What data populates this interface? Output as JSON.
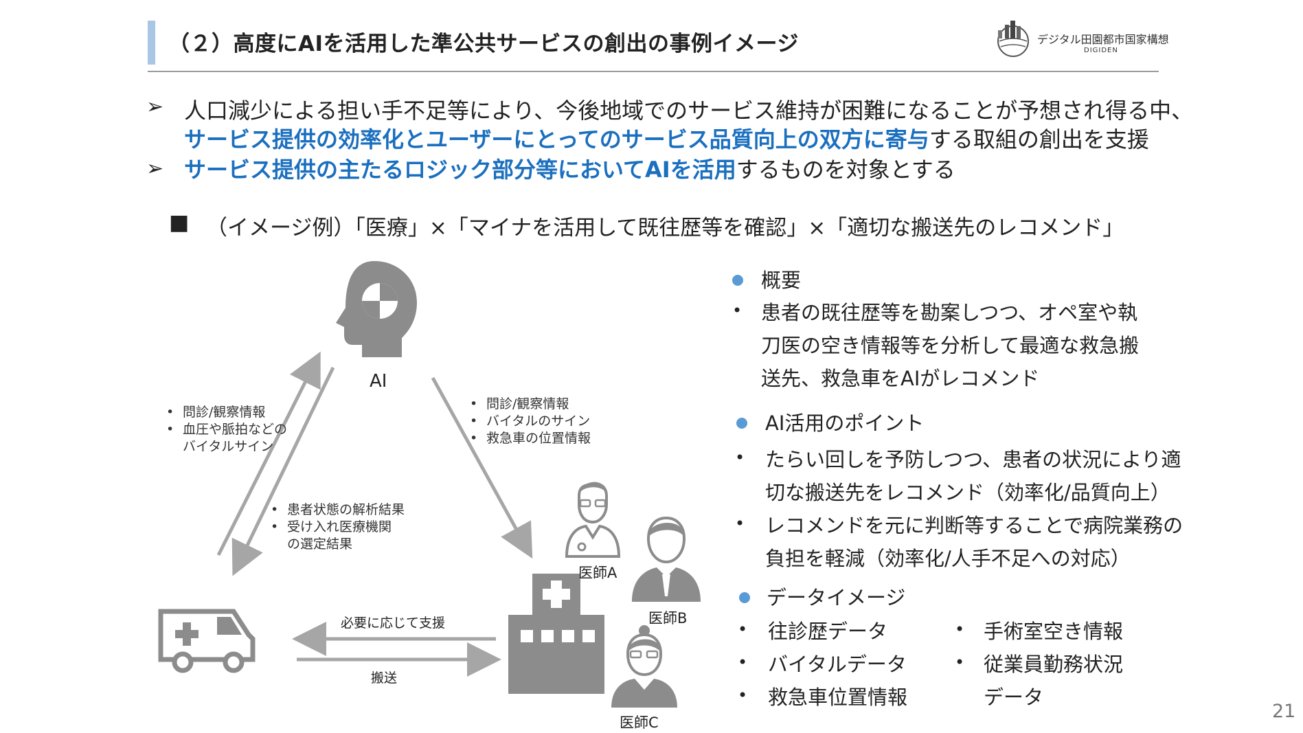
{
  "header": {
    "title": "（２）高度にAIを活用した準公共サービスの創出の事例イメージ",
    "logo_text": "デジタル田園都市国家構想",
    "logo_sub": "DIGIDEN"
  },
  "intro": {
    "line1": "人口減少による担い手不足等により、今後地域でのサービス維持が困難になることが予想され得る中、",
    "line2_hl": "サービス提供の効率化とユーザーにとってのサービス品質向上の双方に寄与",
    "line2_rest": "する取組の創出を支援",
    "line3_hl": "サービス提供の主たるロジック部分等においてAIを活用",
    "line3_rest": "するものを対象とする"
  },
  "example": {
    "marker": "■",
    "text": "（イメージ例）「医療」×「マイナを活用して既往歴等を確認」×「適切な搬送先のレコメンド」"
  },
  "diagram": {
    "ai_label": "AI",
    "left_list": [
      "問診/観察情報",
      "血圧や脈拍などの",
      "バイタルサイン"
    ],
    "right_list": [
      "問診/観察情報",
      "バイタルのサイン",
      "救急車の位置情報"
    ],
    "center_list": [
      "患者状態の解析結果",
      "受け入れ医療機関",
      "の選定結果"
    ],
    "support_label": "必要に応じて支援",
    "transport_label": "搬送",
    "doctor_a": "医師A",
    "doctor_b": "医師B",
    "doctor_c": "医師C"
  },
  "panel": {
    "overview_title": "概要",
    "overview_lines": [
      "患者の既往歴等を勘案しつつ、オペ室や執",
      "刀医の空き情報等を分析して最適な救急搬",
      "送先、救急車をAIがレコメンド"
    ],
    "points_title": "AI活用のポイント",
    "point1_lines": [
      "たらい回しを予防しつつ、患者の状況により適",
      "切な搬送先をレコメンド（効率化/品質向上）"
    ],
    "point2_lines": [
      "レコメンドを元に判断等することで病院業務の",
      "負担を軽減（効率化/人手不足への対応）"
    ],
    "data_title": "データイメージ",
    "data_left": [
      "往診歴データ",
      "バイタルデータ",
      "救急車位置情報"
    ],
    "data_right": [
      "手術室空き情報",
      "従業員勤務状況",
      "データ"
    ]
  },
  "page_number": "21",
  "colors": {
    "accent": "#1a6fbf",
    "icon_gray": "#8c8c8c",
    "title_bar": "#a9c7e4",
    "dot": "#5b9bd5"
  }
}
